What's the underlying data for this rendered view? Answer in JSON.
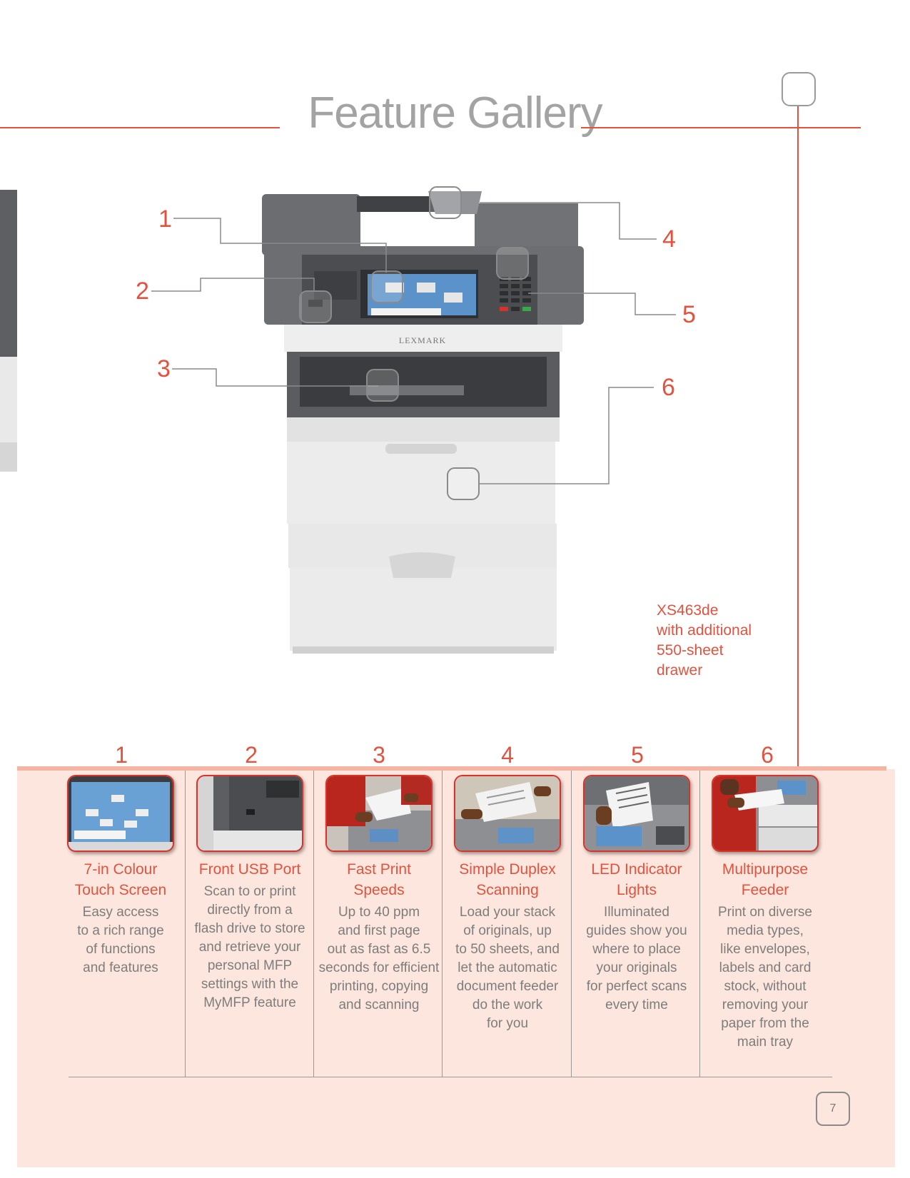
{
  "header": {
    "title": "Feature Gallery"
  },
  "callouts": [
    "1",
    "2",
    "3",
    "4",
    "5",
    "6"
  ],
  "printer": {
    "brand": "LEXMARK"
  },
  "caption": {
    "lines": [
      "XS463de",
      "with additional",
      "550-sheet",
      "drawer"
    ]
  },
  "features": [
    {
      "number": "1",
      "title_lines": [
        "7-in Colour",
        "Touch Screen"
      ],
      "desc_lines": [
        "Easy access",
        "to a rich range",
        "of functions",
        "and features"
      ],
      "image_icon": "touch-screen-icon"
    },
    {
      "number": "2",
      "title_lines": [
        "Front USB Port"
      ],
      "desc_lines": [
        "Scan to or print",
        "directly from a",
        "flash drive to store",
        "and retrieve your",
        "personal MFP",
        "settings with the",
        "MyMFP feature"
      ],
      "image_icon": "usb-port-icon"
    },
    {
      "number": "3",
      "title_lines": [
        "Fast Print",
        "Speeds"
      ],
      "desc_lines": [
        "Up to 40 ppm",
        "and first page",
        "out as fast as 6.5",
        "seconds for efficient",
        "printing, copying",
        "and scanning"
      ],
      "image_icon": "print-output-icon"
    },
    {
      "number": "4",
      "title_lines": [
        "Simple Duplex",
        "Scanning"
      ],
      "desc_lines": [
        "Load your stack",
        "of originals, up",
        "to 50 sheets, and",
        "let the automatic",
        "document feeder",
        "do the work",
        "for you"
      ],
      "image_icon": "document-feeder-icon"
    },
    {
      "number": "5",
      "title_lines": [
        "LED Indicator",
        "Lights"
      ],
      "desc_lines": [
        "Illuminated",
        "guides show you",
        "where to place",
        "your originals",
        "for perfect scans",
        "every time"
      ],
      "image_icon": "led-indicator-icon"
    },
    {
      "number": "6",
      "title_lines": [
        "Multipurpose",
        "Feeder"
      ],
      "desc_lines": [
        "Print on diverse",
        "media types,",
        "like envelopes,",
        "labels and card",
        "stock, without",
        "removing your",
        "paper from the",
        "main tray"
      ],
      "image_icon": "multipurpose-feeder-icon"
    }
  ],
  "footer": {
    "page_number": "7"
  },
  "colors": {
    "accent": "#e2533f",
    "band": "#fde6dd",
    "title_gray": "#a3a3a3",
    "body_gray": "#7d7d7d"
  }
}
